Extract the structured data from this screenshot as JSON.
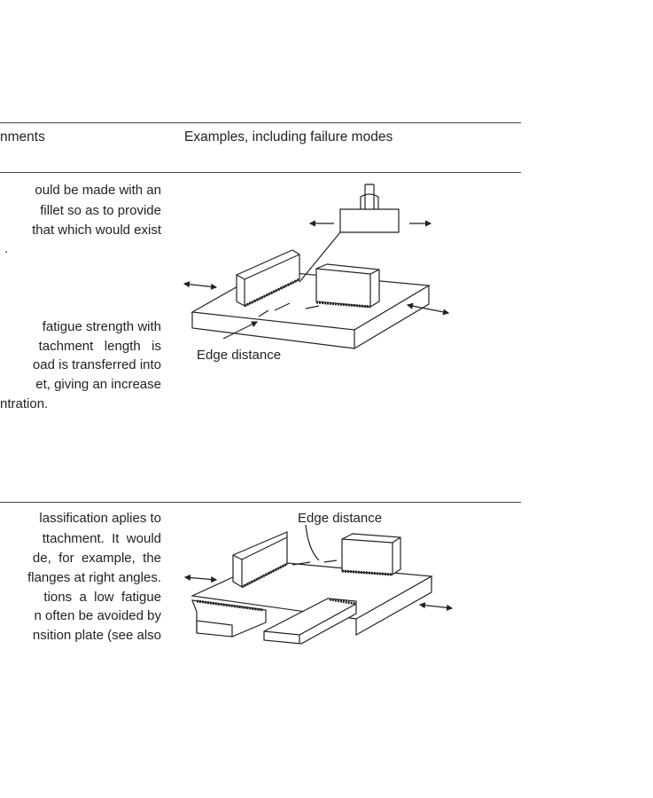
{
  "header": {
    "comments_col": "nments",
    "examples_col": "Examples, including failure modes"
  },
  "row1": {
    "comment_lines_a": [
      "ould be made with an",
      "fillet so as to provide",
      "that which would exist",
      "."
    ],
    "comment_lines_b": [
      "fatigue strength with",
      "tachment   length   is",
      "oad is transferred into",
      "et, giving an increase",
      "ntration."
    ],
    "figure_label": "Edge distance"
  },
  "row2": {
    "comment_lines": [
      "lassification aplies to",
      "ttachment.  It  would",
      "de,  for  example,  the",
      "flanges at right angles.",
      "tions  a  low  fatigue",
      "n often be avoided by",
      "nsition plate (see also"
    ],
    "figure_label": "Edge distance"
  }
}
